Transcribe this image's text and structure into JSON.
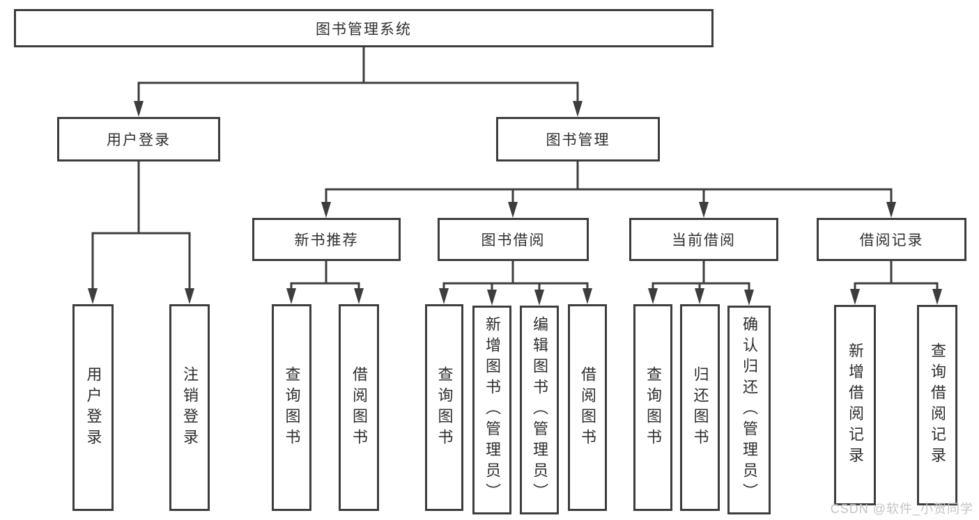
{
  "colors": {
    "background": "#ffffff",
    "box_border": "#3d3d3d",
    "line": "#3d3d3d",
    "text": "#2e2e2e",
    "watermark": "#c4c4c4"
  },
  "nodes": {
    "root": {
      "label": "图书管理系统"
    },
    "user_login": {
      "label": "用户登录"
    },
    "book_mgmt": {
      "label": "图书管理"
    },
    "new_book_rec": {
      "label": "新书推荐"
    },
    "book_borrow": {
      "label": "图书借阅"
    },
    "current_borrow": {
      "label": "当前借阅"
    },
    "borrow_records": {
      "label": "借阅记录"
    },
    "leaf_user_login": {
      "label": "用户登录"
    },
    "leaf_logout": {
      "label": "注销登录"
    },
    "leaf_nbr_query": {
      "label": "查询图书"
    },
    "leaf_nbr_borrow": {
      "label": "借阅图书"
    },
    "leaf_bb_query": {
      "label": "查询图书"
    },
    "leaf_bb_add": {
      "label": "新增图书（管理员）"
    },
    "leaf_bb_edit": {
      "label": "编辑图书（管理员）"
    },
    "leaf_bb_borrow": {
      "label": "借阅图书"
    },
    "leaf_cb_query": {
      "label": "查询图书"
    },
    "leaf_cb_return": {
      "label": "归还图书"
    },
    "leaf_cb_confirm": {
      "label": "确认归还（管理员）"
    },
    "leaf_br_add": {
      "label": "新增借阅记录"
    },
    "leaf_br_query": {
      "label": "查询借阅记录"
    }
  },
  "hierarchy": {
    "图书管理系统": [
      "用户登录",
      "图书管理"
    ],
    "用户登录": [
      "用户登录",
      "注销登录"
    ],
    "图书管理": [
      "新书推荐",
      "图书借阅",
      "当前借阅",
      "借阅记录"
    ],
    "新书推荐": [
      "查询图书",
      "借阅图书"
    ],
    "图书借阅": [
      "查询图书",
      "新增图书（管理员）",
      "编辑图书（管理员）",
      "借阅图书"
    ],
    "当前借阅": [
      "查询图书",
      "归还图书",
      "确认归还（管理员）"
    ],
    "借阅记录": [
      "新增借阅记录",
      "查询借阅记录"
    ]
  },
  "watermark": {
    "text": "CSDN @软件_小贺同学"
  }
}
